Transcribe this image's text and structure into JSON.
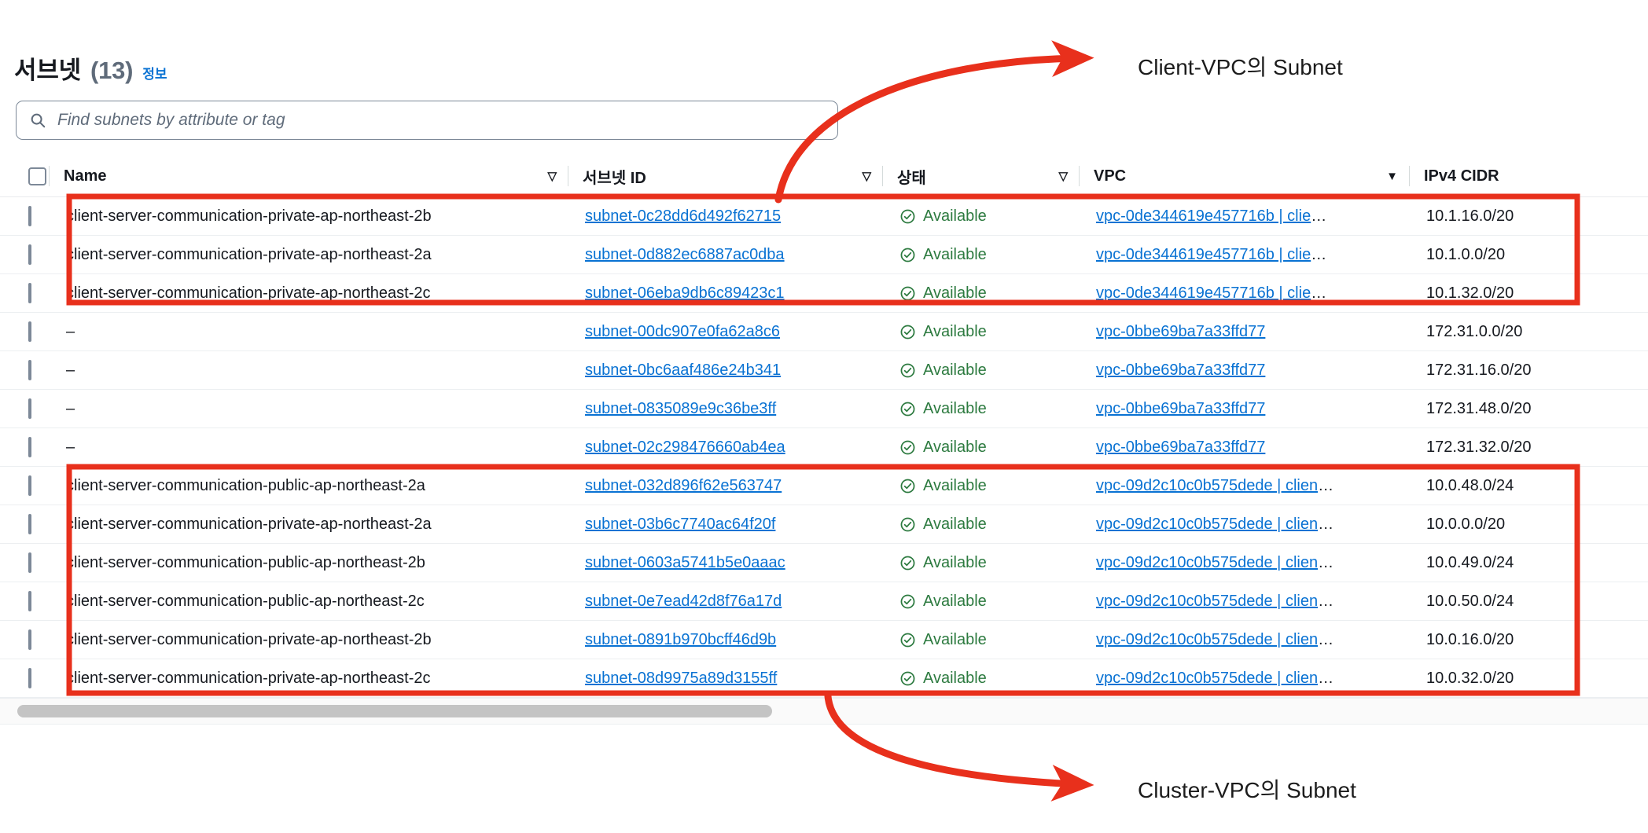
{
  "header": {
    "title": "서브넷",
    "count": "(13)",
    "info_link": "정보"
  },
  "search": {
    "placeholder": "Find subnets by attribute or tag",
    "value": "",
    "icon": "search-icon"
  },
  "table": {
    "columns": [
      {
        "key": "name",
        "label": "Name",
        "sort": "desc-outline"
      },
      {
        "key": "sid",
        "label": "서브넷 ID",
        "sort": "desc-outline"
      },
      {
        "key": "state",
        "label": "상태",
        "sort": "desc-outline"
      },
      {
        "key": "vpc",
        "label": "VPC",
        "sort": "desc-filled"
      },
      {
        "key": "cidr",
        "label": "IPv4 CIDR",
        "sort": "none"
      }
    ],
    "rows": [
      {
        "name": "client-server-communication-private-ap-northeast-2b",
        "subnet_id": "subnet-0c28dd6d492f62715",
        "state": "Available",
        "vpc": "vpc-0de344619e457716b | clie",
        "vpc_truncated": true,
        "cidr": "10.1.16.0/20"
      },
      {
        "name": "client-server-communication-private-ap-northeast-2a",
        "subnet_id": "subnet-0d882ec6887ac0dba",
        "state": "Available",
        "vpc": "vpc-0de344619e457716b | clie",
        "vpc_truncated": true,
        "cidr": "10.1.0.0/20"
      },
      {
        "name": "client-server-communication-private-ap-northeast-2c",
        "subnet_id": "subnet-06eba9db6c89423c1",
        "state": "Available",
        "vpc": "vpc-0de344619e457716b | clie",
        "vpc_truncated": true,
        "cidr": "10.1.32.0/20"
      },
      {
        "name": "–",
        "subnet_id": "subnet-00dc907e0fa62a8c6",
        "state": "Available",
        "vpc": "vpc-0bbe69ba7a33ffd77",
        "vpc_truncated": false,
        "cidr": "172.31.0.0/20"
      },
      {
        "name": "–",
        "subnet_id": "subnet-0bc6aaf486e24b341",
        "state": "Available",
        "vpc": "vpc-0bbe69ba7a33ffd77",
        "vpc_truncated": false,
        "cidr": "172.31.16.0/20"
      },
      {
        "name": "–",
        "subnet_id": "subnet-0835089e9c36be3ff",
        "state": "Available",
        "vpc": "vpc-0bbe69ba7a33ffd77",
        "vpc_truncated": false,
        "cidr": "172.31.48.0/20"
      },
      {
        "name": "–",
        "subnet_id": "subnet-02c298476660ab4ea",
        "state": "Available",
        "vpc": "vpc-0bbe69ba7a33ffd77",
        "vpc_truncated": false,
        "cidr": "172.31.32.0/20"
      },
      {
        "name": "client-server-communication-public-ap-northeast-2a",
        "subnet_id": "subnet-032d896f62e563747",
        "state": "Available",
        "vpc": "vpc-09d2c10c0b575dede | clien",
        "vpc_truncated": true,
        "cidr": "10.0.48.0/24"
      },
      {
        "name": "client-server-communication-private-ap-northeast-2a",
        "subnet_id": "subnet-03b6c7740ac64f20f",
        "state": "Available",
        "vpc": "vpc-09d2c10c0b575dede | clien",
        "vpc_truncated": true,
        "cidr": "10.0.0.0/20"
      },
      {
        "name": "client-server-communication-public-ap-northeast-2b",
        "subnet_id": "subnet-0603a5741b5e0aaac",
        "state": "Available",
        "vpc": "vpc-09d2c10c0b575dede | clien",
        "vpc_truncated": true,
        "cidr": "10.0.49.0/24"
      },
      {
        "name": "client-server-communication-public-ap-northeast-2c",
        "subnet_id": "subnet-0e7ead42d8f76a17d",
        "state": "Available",
        "vpc": "vpc-09d2c10c0b575dede | clien",
        "vpc_truncated": true,
        "cidr": "10.0.50.0/24"
      },
      {
        "name": "client-server-communication-private-ap-northeast-2b",
        "subnet_id": "subnet-0891b970bcff46d9b",
        "state": "Available",
        "vpc": "vpc-09d2c10c0b575dede | clien",
        "vpc_truncated": true,
        "cidr": "10.0.16.0/20"
      },
      {
        "name": "client-server-communication-private-ap-northeast-2c",
        "subnet_id": "subnet-08d9975a89d3155ff",
        "state": "Available",
        "vpc": "vpc-09d2c10c0b575dede | clien",
        "vpc_truncated": true,
        "cidr": "10.0.32.0/20"
      }
    ]
  },
  "annotations": {
    "top_label": "Client-VPC의 Subnet",
    "bottom_label": "Cluster-VPC의 Subnet",
    "highlight_color": "#e8301c"
  },
  "colors": {
    "link": "#0972d3",
    "status_available": "#2c7a3f",
    "annotation_red": "#e8301c",
    "text": "#16191f",
    "muted": "#5f6b7a"
  }
}
